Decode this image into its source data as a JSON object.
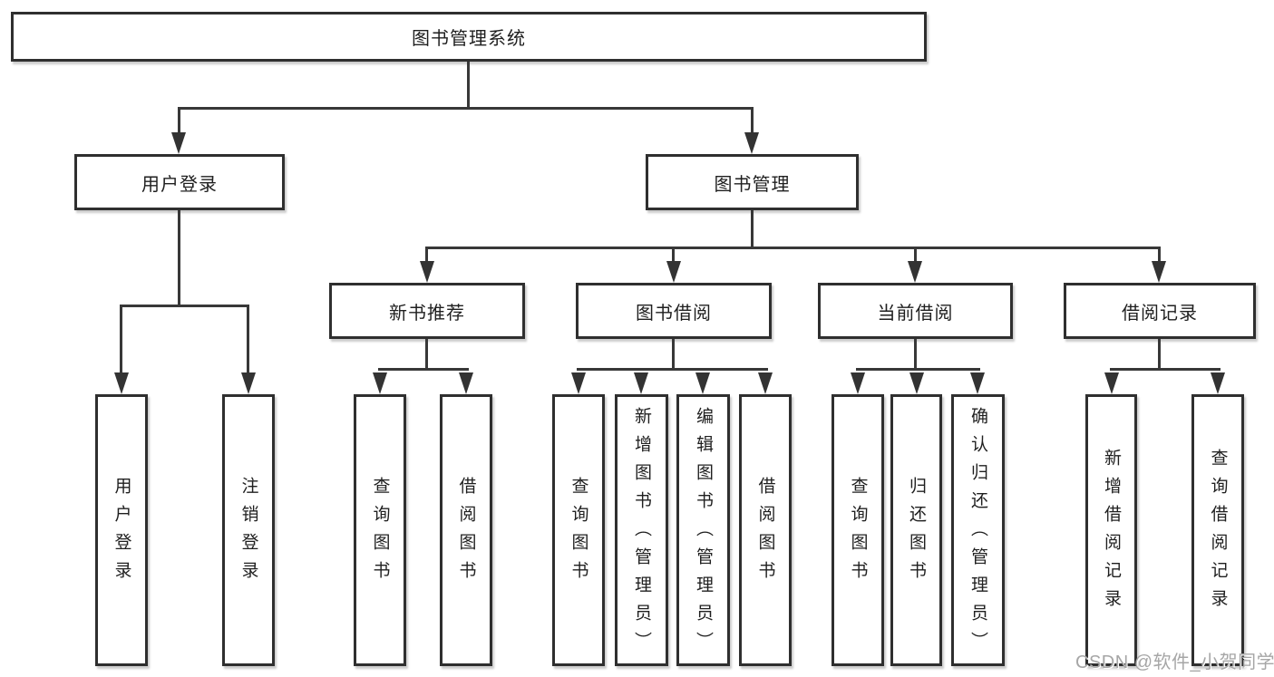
{
  "diagram": {
    "root": {
      "label": "图书管理系统"
    },
    "children": [
      {
        "label": "用户登录",
        "children": [
          {
            "label": "用户登录"
          },
          {
            "label": "注销登录"
          }
        ]
      },
      {
        "label": "图书管理",
        "children": [
          {
            "label": "新书推荐",
            "children": [
              {
                "label": "查询图书"
              },
              {
                "label": "借阅图书"
              }
            ]
          },
          {
            "label": "图书借阅",
            "children": [
              {
                "label": "查询图书"
              },
              {
                "label": "新增图书（管理员）"
              },
              {
                "label": "编辑图书（管理员）"
              },
              {
                "label": "借阅图书"
              }
            ]
          },
          {
            "label": "当前借阅",
            "children": [
              {
                "label": "查询图书"
              },
              {
                "label": "归还图书"
              },
              {
                "label": "确认归还（管理员）"
              }
            ]
          },
          {
            "label": "借阅记录",
            "children": [
              {
                "label": "新增借阅记录"
              },
              {
                "label": "查询借阅记录"
              }
            ]
          }
        ]
      }
    ]
  },
  "watermark": {
    "text": "CSDN @软件_小贺同学"
  },
  "colors": {
    "line": "#383838",
    "border": "#2f2f2f",
    "text": "#1f1f1f",
    "background": "#ffffff",
    "watermark": "#a6a6a6"
  }
}
